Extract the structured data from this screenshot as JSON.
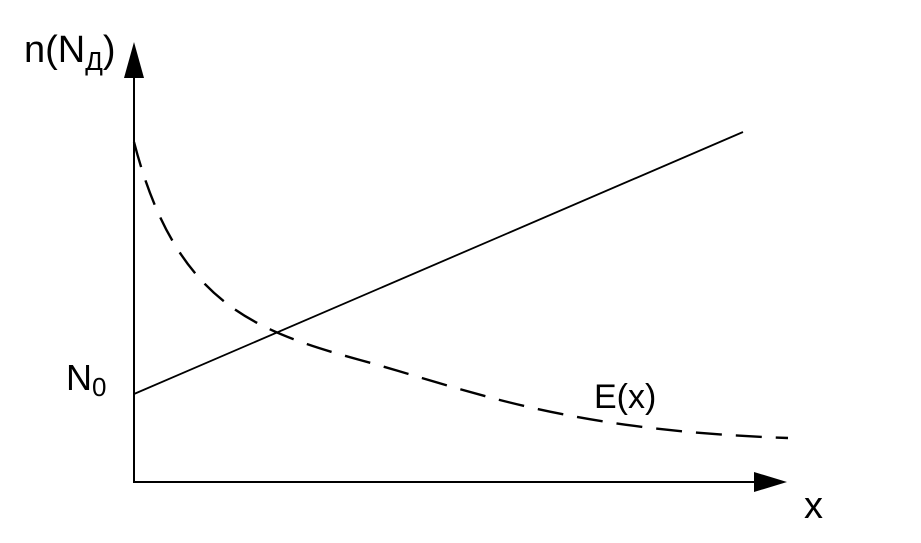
{
  "diagram": {
    "y_axis_label": {
      "base": "n(N",
      "subscript": "Д",
      "close": ")"
    },
    "x_axis_label": "x",
    "origin_label": {
      "base": "N",
      "subscript": "0"
    },
    "curve_label": "E(x)",
    "colors": {
      "stroke": "#000000",
      "background": "#ffffff"
    }
  }
}
